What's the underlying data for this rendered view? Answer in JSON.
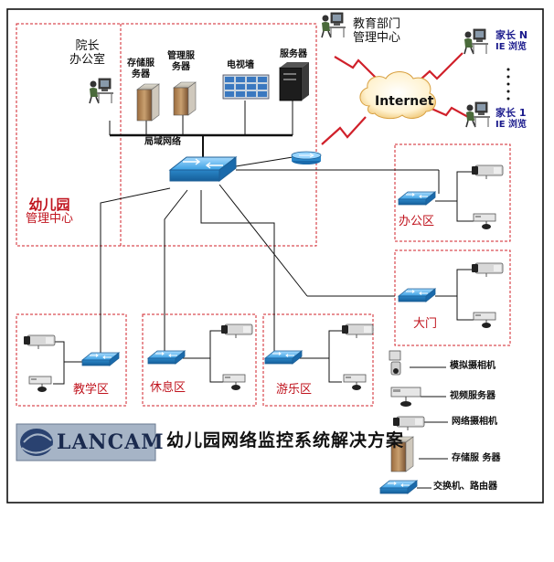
{
  "nodes": {
    "principal_office": [
      "院长",
      "办公室"
    ],
    "storage_server": [
      "存储服",
      "务器"
    ],
    "management_server": [
      "管理服",
      "务器"
    ],
    "tv_wall": "电视墙",
    "server": "服务器",
    "lan": "局域网络",
    "kindergarten_center": [
      "幼儿园",
      "管理中心"
    ],
    "education_center": [
      "教育部门",
      "管理中心"
    ],
    "internet": "Internet",
    "parent_n": [
      "家长 N",
      "IE 浏览"
    ],
    "parent_1": [
      "家长 1",
      "IE 浏览"
    ],
    "office_area": "办公区",
    "main_gate": "大门",
    "teaching_area": "教学区",
    "rest_area": "休息区",
    "play_area": "游乐区"
  },
  "legend": {
    "analog_camera": "模拟摄相机",
    "video_server": "视频服务器",
    "network_camera": "网络摄相机",
    "storage_server": "存储服 务器",
    "switch_router": "交换机、路由器"
  },
  "brand": "LANCAM",
  "title": "幼儿园网络监控系统解决方案",
  "colors": {
    "red": "#c0141e",
    "switch_blue": "#3aa0e0",
    "dashed": "#d0202a"
  }
}
